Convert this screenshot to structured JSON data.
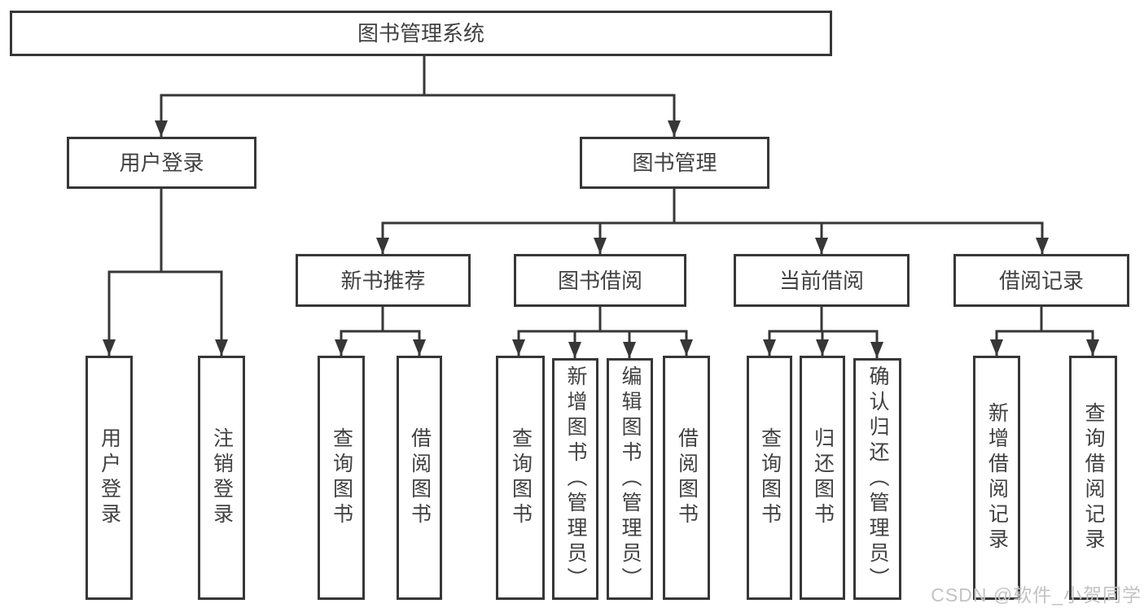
{
  "diagram": {
    "title": "图书管理系统",
    "tree": {
      "label": "图书管理系统",
      "children": [
        {
          "label": "用户登录",
          "children": [
            {
              "label": "用户登录"
            },
            {
              "label": "注销登录"
            }
          ]
        },
        {
          "label": "图书管理",
          "children": [
            {
              "label": "新书推荐",
              "children": [
                {
                  "label": "查询图书"
                },
                {
                  "label": "借阅图书"
                }
              ]
            },
            {
              "label": "图书借阅",
              "children": [
                {
                  "label": "查询图书"
                },
                {
                  "label": "新增图书（管理员）"
                },
                {
                  "label": "编辑图书（管理员）"
                },
                {
                  "label": "借阅图书"
                }
              ]
            },
            {
              "label": "当前借阅",
              "children": [
                {
                  "label": "查询图书"
                },
                {
                  "label": "归还图书"
                },
                {
                  "label": "确认归还（管理员）"
                }
              ]
            },
            {
              "label": "借阅记录",
              "children": [
                {
                  "label": "新增借阅记录"
                },
                {
                  "label": "查询借阅记录"
                }
              ]
            }
          ]
        }
      ]
    },
    "watermark": "CSDN @软件_小贺同学",
    "colors": {
      "line": "#373737",
      "text": "#414141",
      "background": "#ffffff",
      "watermark": "#c3c3c3"
    }
  }
}
